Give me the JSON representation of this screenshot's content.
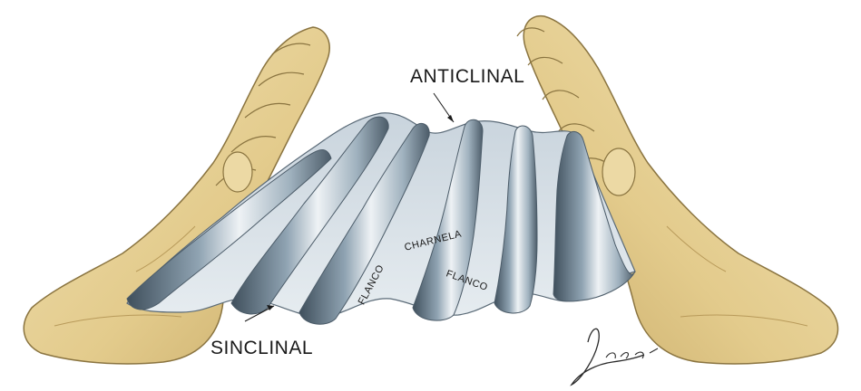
{
  "labels": {
    "anticlinal": "ANTICLINAL",
    "sinclinal": "SINCLINAL",
    "charnela": "CHARNELA",
    "flanco_left": "FLANCO",
    "flanco_right": "FLANCO"
  },
  "signature": "Lamia",
  "colors": {
    "skin": "#e8d39a",
    "skin_shadow": "#c9ad6a",
    "skin_outline": "#8a7440",
    "fold_light": "#dfe6ec",
    "fold_mid": "#a7b7c4",
    "fold_dark": "#3f4f5c",
    "ink": "#1a1a1a"
  }
}
